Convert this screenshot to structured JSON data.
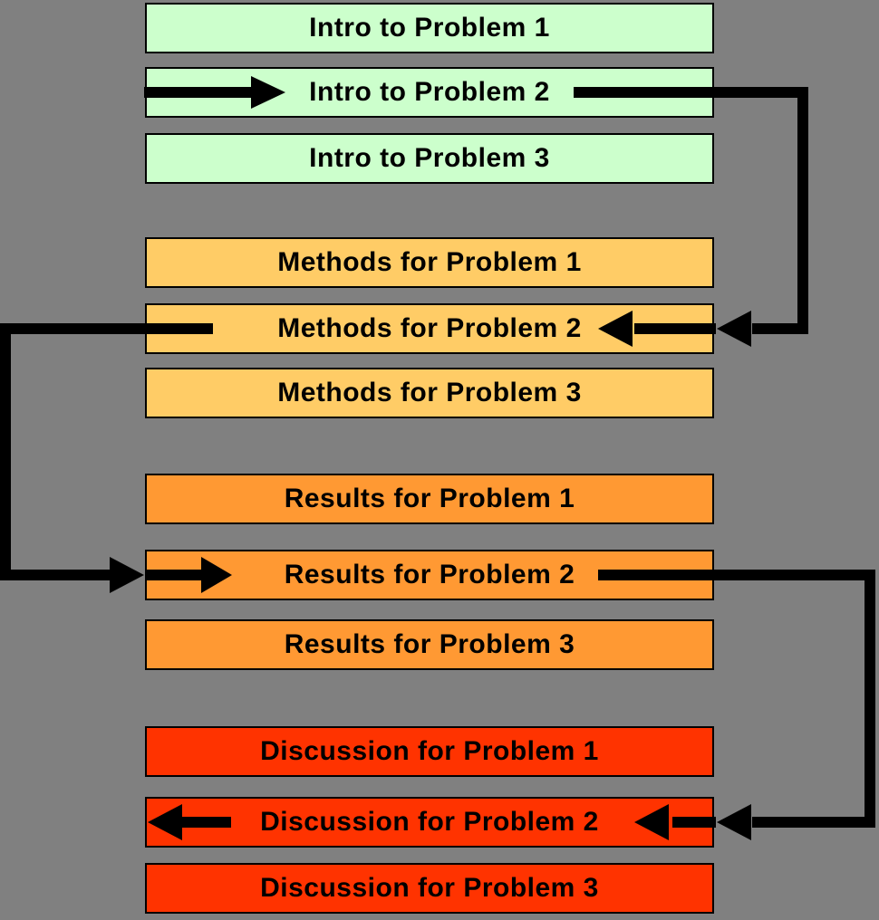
{
  "background_color": "#808080",
  "arrow_color": "#000000",
  "box_border_color": "#000000",
  "groups": [
    {
      "color": "#ccffcc",
      "boxes": [
        "Intro to Problem 1",
        "Intro to Problem 2",
        "Intro to Problem 3"
      ]
    },
    {
      "color": "#ffcc66",
      "boxes": [
        "Methods for Problem 1",
        "Methods for Problem 2",
        "Methods for Problem 3"
      ]
    },
    {
      "color": "#ff9933",
      "boxes": [
        "Results for Problem 1",
        "Results for Problem 2",
        "Results for Problem 3"
      ]
    },
    {
      "color": "#ff3300",
      "boxes": [
        "Discussion for Problem 1",
        "Discussion for Problem 2",
        "Discussion for Problem 3"
      ]
    }
  ]
}
